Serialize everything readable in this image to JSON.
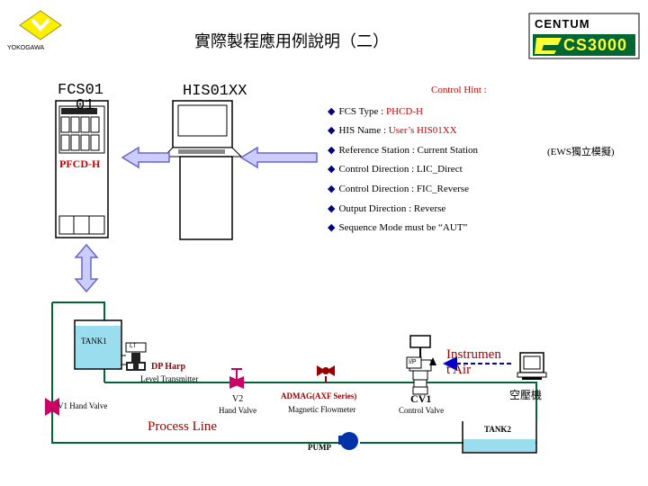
{
  "header": {
    "logo_text": "YOKOGAWA",
    "title": "實際製程應用例說明（二）",
    "brand_top": "CENTUM",
    "brand_bottom": "CS3000"
  },
  "fcs": {
    "label_line1": "FCS01",
    "label_line2": "01",
    "type_label": "PFCD-H"
  },
  "his": {
    "label": "HIS01XX"
  },
  "hint": {
    "title": "Control Hint :",
    "items": [
      {
        "prefix": "FCS Type : ",
        "value": "PHCD-H"
      },
      {
        "prefix": "HIS Name : ",
        "value": "User’s HIS01XX"
      },
      {
        "prefix": "Reference Station : Current Station",
        "value": ""
      },
      {
        "prefix": "Control Direction : LIC_Direct",
        "value": ""
      },
      {
        "prefix": "Control Direction : FIC_Reverse",
        "value": ""
      },
      {
        "prefix": "Output Direction : Reverse",
        "value": ""
      },
      {
        "prefix": "Sequence Mode must be “AUT”",
        "value": ""
      }
    ],
    "ews_note": "(EWS獨立模擬)"
  },
  "process": {
    "tank1": "TANK1",
    "lt_tag": "LT",
    "dp_harp": "DP Harp",
    "level_transmitter": "Level Transmitter",
    "v1_label": "V1   Hand Valve",
    "v2_tag": "V2",
    "v2_label": "Hand Valve",
    "admag": "ADMAG(AXF Series)",
    "magnetic_flowmeter": "Magnetic Flowmeter",
    "ip_tag": "I/P",
    "cv1_tag": "CV1",
    "control_valve": "Control Valve",
    "instrument_air_1": "Instrumen",
    "instrument_air_2": "t Air",
    "air_compressor": "空壓機",
    "process_line": "Process Line",
    "pump": "PUMP",
    "tank2": "TANK2"
  },
  "colors": {
    "logo_yellow": "#ffee00",
    "brand_green": "#006633",
    "brand_yellow": "#ffff33",
    "pipe_green": "#006633",
    "tank_water": "#99ddee",
    "arrow_fill": "#ccccff",
    "arrow_stroke": "#6666cc",
    "valve_magenta": "#cc0066",
    "text_red": "#cc0000",
    "dark_red": "#990000",
    "pump_blue": "#0033aa",
    "air_blue": "#0000cc"
  }
}
